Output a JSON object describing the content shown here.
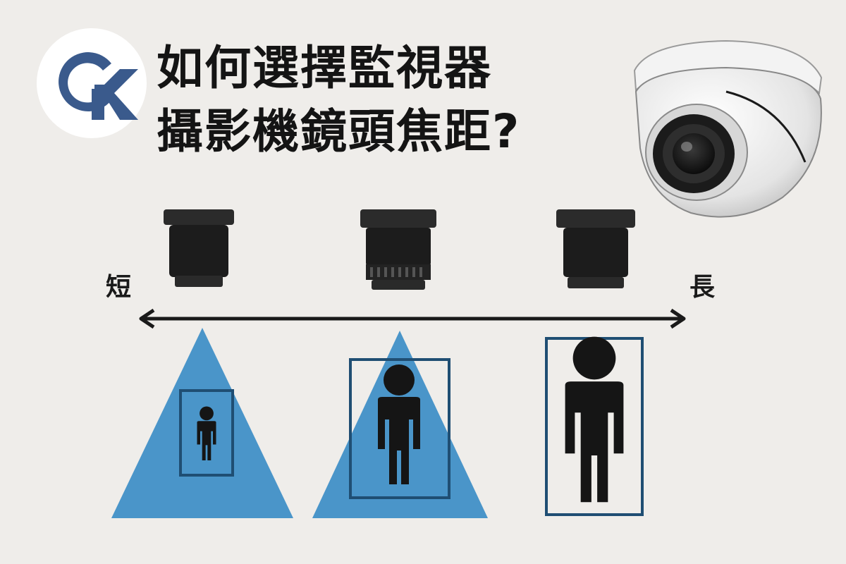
{
  "logo": {
    "name": "GK monogram",
    "colors": {
      "primary": "#3a5a8c",
      "background": "#ffffff"
    }
  },
  "title": {
    "line1": "如何選擇監視器",
    "line2": "攝影機鏡頭焦距?"
  },
  "camera": {
    "name": "dome-camera-icon"
  },
  "focal_axis": {
    "short_label": "短",
    "long_label": "長"
  },
  "lenses": [
    {
      "name": "short-focal-lens-icon"
    },
    {
      "name": "medium-focal-lens-icon"
    },
    {
      "name": "long-focal-lens-icon"
    }
  ],
  "scenes": [
    {
      "name": "wide-view",
      "person_scale": 0.4
    },
    {
      "name": "medium-view",
      "person_scale": 0.65
    },
    {
      "name": "narrow-view",
      "person_scale": 1.0
    }
  ],
  "colors": {
    "background": "#efedea",
    "field_of_view": "#4a95c9",
    "frame": "#1f4e73",
    "person": "#151515",
    "text": "#141414"
  }
}
